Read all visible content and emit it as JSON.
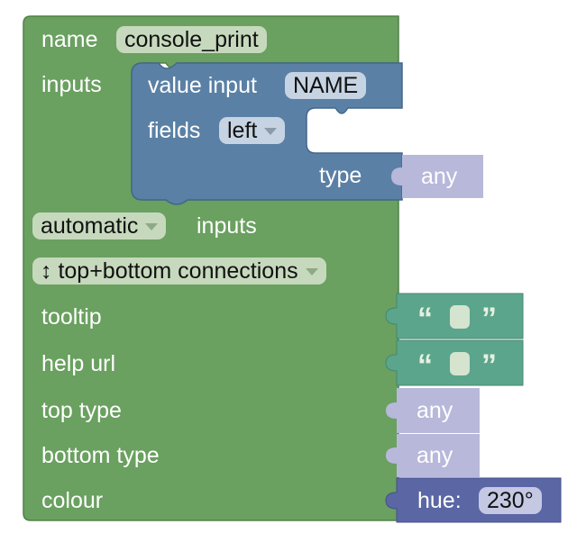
{
  "block": {
    "name_label": "name",
    "name_value": "console_print",
    "inputs_label": "inputs",
    "input_block": {
      "value_input_label": "value input",
      "value_input_name": "NAME",
      "fields_label": "fields",
      "fields_align": "left",
      "type_label": "type",
      "type_value": "any"
    },
    "inputs_mode": "automatic",
    "inputs_suffix": "inputs",
    "connections": "↕ top+bottom connections",
    "tooltip_label": "tooltip",
    "help_url_label": "help url",
    "top_type_label": "top type",
    "top_type_value": "any",
    "bottom_type_label": "bottom type",
    "bottom_type_value": "any",
    "colour_label": "colour",
    "colour_hue_label": "hue:",
    "colour_hue_value": "230°",
    "string_open_quote": "“",
    "string_close_quote": "”"
  },
  "colors": {
    "factory_block": "#6aa060",
    "factory_block_border": "#4f8146",
    "input_block": "#5b80a5",
    "input_block_border": "#44678a",
    "type_block": "#b8b8db",
    "string_block": "#5ba58c",
    "colour_block": "#5b66a5"
  }
}
